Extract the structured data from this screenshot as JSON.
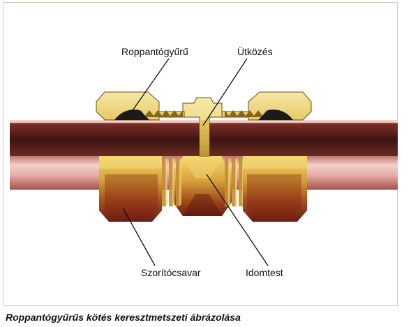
{
  "labels": {
    "snap_ring": "Roppantógyűrű",
    "stop": "Ütközés",
    "compression_nut": "Szorítócsavar",
    "fitting_body": "Idomtest"
  },
  "caption": "Roppantógyűrűs kötés keresztmetszeti ábrázolása",
  "colors": {
    "pipe_dark": "#4a1c18",
    "pipe_light": "#f2c7c1",
    "brass_light": "#f3df8a",
    "brass_mid": "#cfa43e",
    "brass_dark": "#9a5a20",
    "nut_red": "#6e1f14",
    "ring_black": "#1a1a1a",
    "frame_border": "#d8c9b8"
  }
}
